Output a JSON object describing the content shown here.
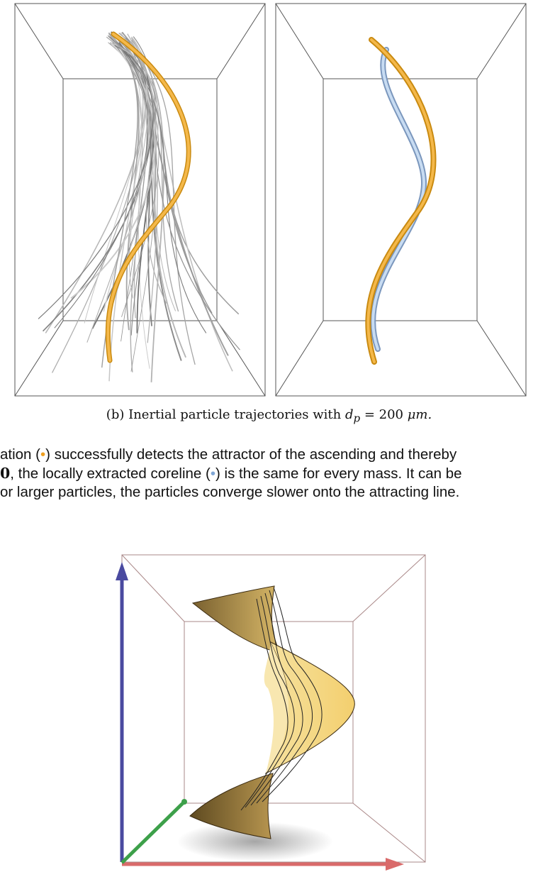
{
  "figure_top": {
    "panels": [
      "trajectory-bundle-panel",
      "coreline-comparison-panel"
    ],
    "colors": {
      "attractor": "#f0a22a",
      "coreline": "#a9c4e6",
      "trajectories": "#9a9a9a"
    },
    "caption": {
      "label": "(b) Inertial particle trajectories with ",
      "symbol": "d",
      "subscript": "p",
      "rest": " = 200 ",
      "unit_mu": "μ",
      "unit_m": "m."
    }
  },
  "body": {
    "line1_a": "ation (",
    "dot": "•",
    "line1_b": ") successfully detects the attractor of the ascending and thereby",
    "line2_a": "0",
    "line2_b": ", the locally extracted coreline (",
    "line2_c": ") is the same for every mass. It can be",
    "line3": "or larger particles, the particles converge slower onto the attracting line."
  },
  "figure_bottom": {
    "axes_colors": {
      "x": "#e06060",
      "y": "#40a040",
      "z": "#5050a8"
    },
    "surface_color": "#f7d77a"
  }
}
